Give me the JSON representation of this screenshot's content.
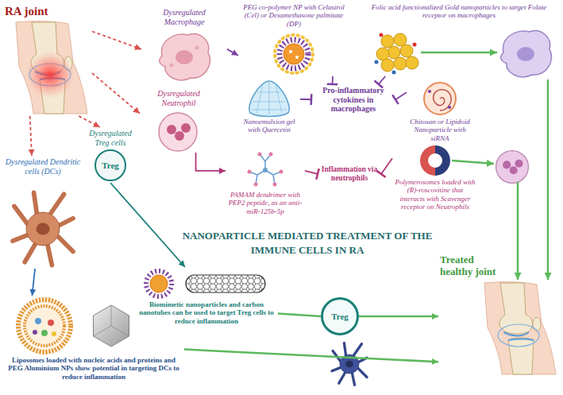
{
  "diagram": {
    "title": "NANOPARTICLE MEDIATED TREATMENT OF THE IMMUNE CELLS IN RA",
    "nodes": [
      {
        "text": [
          "RA joint"
        ]
      },
      {
        "text": [
          "Dysregulated Macrophage"
        ]
      },
      {
        "text": [
          "Dysregulated Neutrophil"
        ]
      },
      {
        "text": [
          "Dysregulated Treg cells",
          "Treg"
        ]
      },
      {
        "text": [
          "Dysregulated Dendritic cells (DCs)"
        ]
      },
      {
        "text": [
          "PEG co-polymer NP with Celastrol (Cel) or Dexamethasone palmitate (DP)"
        ]
      },
      {
        "text": [
          "Folic acid functionalized Gold nanoparticles to target Folate receptor on macrophages"
        ]
      },
      {
        "text": [
          "Pro-inflammatory cytokines in macrophages"
        ]
      },
      {
        "text": [
          "Nanoemulsion gel with Quercetin"
        ]
      },
      {
        "text": [
          "Chitosan or Lipidoid Nanoparticle with siRNA"
        ]
      },
      {
        "text": [
          "PAMAM dendrimer with PEP2 peptide, as an anti-miR-125b-5p"
        ]
      },
      {
        "text": [
          "Inflammation via neutrophils"
        ]
      },
      {
        "text": [
          "Polymerosomes loaded with (R)-roscovitine that interacts with Scavenger receptor on Neutrophils"
        ]
      },
      {
        "text": [
          "Biomimetic nanoparticles and carbon nanotubes can be used to target Treg cells to reduce inflammation"
        ]
      },
      {
        "text": [
          "Treg"
        ]
      },
      {
        "text": [
          "Liposomes loaded with nucleic acids and proteins and PEG Aluminium NPs show potential in targeting DCs to reduce inflammation"
        ]
      },
      {
        "text": [
          "Treated healthy joint"
        ]
      }
    ],
    "edges": [
      {
        "from": 0,
        "to": 1,
        "arrow": "to"
      },
      {
        "from": 0,
        "to": 2,
        "arrow": "to"
      },
      {
        "from": 0,
        "to": 3,
        "arrow": "to"
      },
      {
        "from": 0,
        "to": 4,
        "arrow": "to"
      },
      {
        "from": 1,
        "to": 5,
        "arrow": "to"
      },
      {
        "from": 5,
        "to": 7,
        "arrow": "to"
      },
      {
        "from": 6,
        "to": 7,
        "arrow": "to"
      },
      {
        "from": 8,
        "to": 7,
        "arrow": "to"
      },
      {
        "from": 9,
        "to": 7,
        "arrow": "to"
      },
      {
        "from": 2,
        "to": 10,
        "arrow": "to"
      },
      {
        "from": 10,
        "to": 11,
        "arrow": "to"
      },
      {
        "from": 12,
        "to": 11,
        "arrow": "to"
      },
      {
        "from": 3,
        "to": 13,
        "arrow": "to"
      },
      {
        "from": 4,
        "to": 15,
        "arrow": "to"
      },
      {
        "from": 13,
        "to": 14,
        "arrow": "none"
      },
      {
        "from": 14,
        "to": 16,
        "arrow": "to"
      },
      {
        "from": 15,
        "to": 16,
        "arrow": "to"
      }
    ]
  }
}
